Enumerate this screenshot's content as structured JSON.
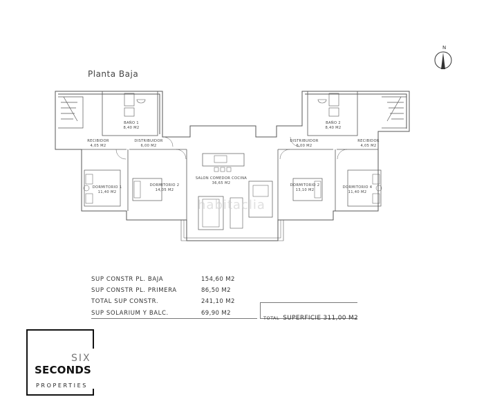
{
  "plan": {
    "title": "Planta Baja",
    "compass_label": "N",
    "watermark": "habitaclia",
    "rooms": [
      {
        "id": "bano-1",
        "name": "BAÑO 1",
        "area": "8,40 M2"
      },
      {
        "id": "bano-2",
        "name": "BAÑO 2",
        "area": "8,40 M2"
      },
      {
        "id": "recibidor-left",
        "name": "RECIBIDOR",
        "area": "4,05 M2"
      },
      {
        "id": "distribuidor-left",
        "name": "DISTRIBUIDOR",
        "area": "6,00 M2"
      },
      {
        "id": "distribuidor-right",
        "name": "DISTRIBUIDOR",
        "area": "6,00 M2"
      },
      {
        "id": "recibidor-right",
        "name": "RECIBIDOR",
        "area": "4,05 M2"
      },
      {
        "id": "salon",
        "name": "SALON COMEDOR COCINA",
        "area": "36,65 M2"
      },
      {
        "id": "dormitorio-1",
        "name": "DORMITORIO 1",
        "area": "11,40 M2"
      },
      {
        "id": "dormitorio-2-left",
        "name": "DORMITORIO 2",
        "area": "14,05 M2"
      },
      {
        "id": "dormitorio-2-right",
        "name": "DORMITORIO 2",
        "area": "13,10 M2"
      },
      {
        "id": "dormitorio-4",
        "name": "DORMITORIO 4",
        "area": "11,40 M2"
      }
    ]
  },
  "surfaces": {
    "rows": [
      {
        "label": "SUP CONSTR PL. BAJA",
        "value": "154,60 M2"
      },
      {
        "label": "SUP CONSTR PL. PRIMERA",
        "value": "86,50 M2"
      },
      {
        "label": "TOTAL SUP CONSTR.",
        "value": "241,10 M2"
      },
      {
        "label": "SUP SOLARIUM Y BALC.",
        "value": "69,90 M2"
      }
    ],
    "total_label": "TOTAL",
    "total_value": "SUPERFICIE 311,00 M2"
  },
  "logo": {
    "six": "SIX",
    "seconds": "SECONDS",
    "properties": "PROPERTIES"
  }
}
